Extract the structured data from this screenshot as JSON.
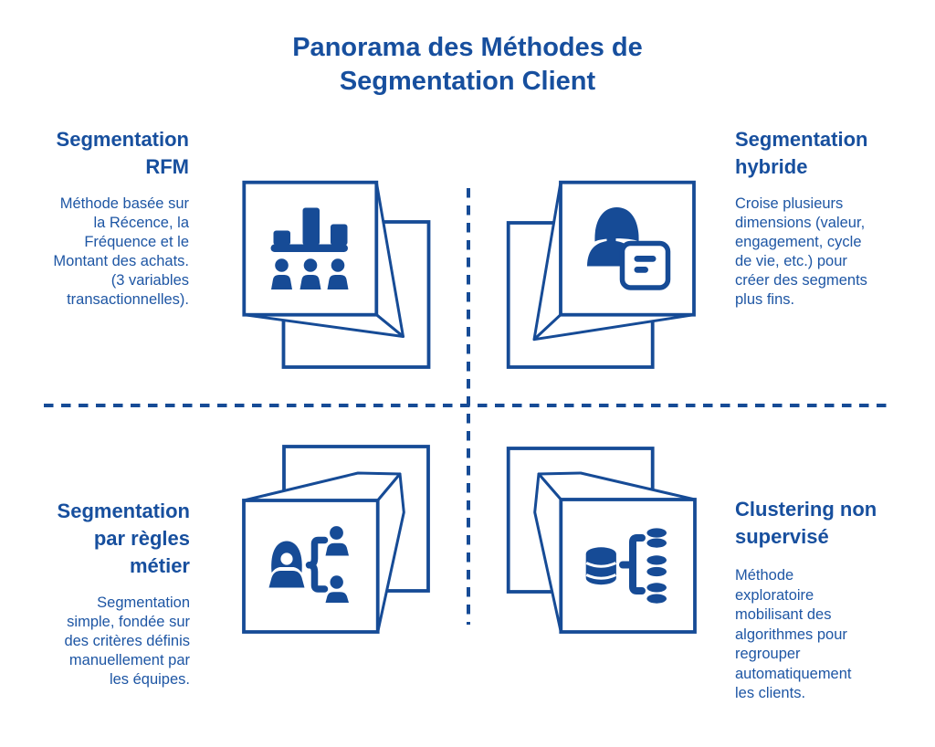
{
  "title": {
    "lines": [
      "Panorama des Méthodes de",
      "Segmentation Client"
    ]
  },
  "quadrants": [
    {
      "name": "Segmentation RFM",
      "heading_lines": [
        "Segmentation",
        "RFM"
      ],
      "body_lines": [
        "Méthode basée sur",
        "la Récence, la",
        "Fréquence et le",
        "Montant des achats.",
        "(3 variables",
        "transactionnelles)."
      ],
      "icon": "bar-chart-people-icon"
    },
    {
      "name": "Segmentation hybride",
      "heading_lines": [
        "Segmentation",
        "hybride"
      ],
      "body_lines": [
        "Croise plusieurs",
        "dimensions (valeur,",
        "engagement, cycle",
        "de vie, etc.) pour",
        "créer des segments",
        "plus fins."
      ],
      "icon": "user-profile-card-icon"
    },
    {
      "name": "Segmentation par règles métier",
      "heading_lines": [
        "Segmentation",
        "par règles",
        "métier"
      ],
      "body_lines": [
        "Segmentation",
        "simple, fondée sur",
        "des critères définis",
        "manuellement par",
        "les équipes."
      ],
      "icon": "person-branching-users-icon"
    },
    {
      "name": "Clustering non supervisé",
      "heading_lines": [
        "Clustering non",
        "supervisé"
      ],
      "body_lines": [
        "Méthode",
        "exploratoire",
        "mobilisant des",
        "algorithmes pour",
        "regrouper",
        "automatiquement",
        "les clients."
      ],
      "icon": "database-clusters-icon"
    }
  ],
  "colors": {
    "heading_blue": "#174f9e",
    "body_blue": "#1e56a4",
    "graphic_blue": "#164b96",
    "background": "#ffffff"
  }
}
